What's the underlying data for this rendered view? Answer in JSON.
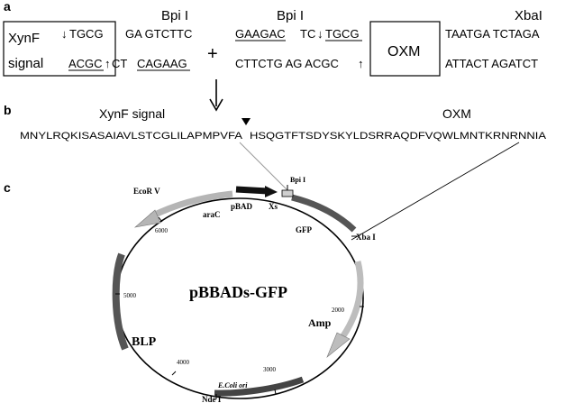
{
  "panel_a": {
    "label": "a",
    "enzyme_bpi1": "Bpi I",
    "enzyme_bpi2": "Bpi I",
    "enzyme_xba": "XbaI",
    "box1_line1": "XynF",
    "box1_line2": "signal",
    "seq1_top_arrow": "↓",
    "seq1_top": "TGCG",
    "seq1_top_rest": "GA GTCTTC",
    "seq1_bot": "ACGC",
    "seq1_bot_arrow": "↑",
    "seq1_bot_mid": "CT",
    "seq1_bot_site": "CAGAAG",
    "plus": "+",
    "seq2_top_site": "GAAGAC",
    "seq2_top_mid": "TC",
    "seq2_top_arrow": "↓",
    "seq2_top_end": "TGCG",
    "seq2_bot": "CTTCTG AG ACGC",
    "seq2_bot_arrow": "↑",
    "box2": "OXM",
    "seq3_top": "TAATGA TCTAGA",
    "seq3_bot": "ATTACT AGATCT"
  },
  "panel_b": {
    "label": "b",
    "xynf_title": "XynF signal",
    "oxm_title": "OXM",
    "seq_left": "MNYLRQKISASAIAVLSTCGLILAPMPVFA",
    "seq_right": "HSQGTFTSDYSKYLDSRRAQDFVQWLMNTKRNRNNIA"
  },
  "panel_c": {
    "label": "c",
    "plasmid_name": "pBBADs-GFP",
    "ecorv": "EcoR V",
    "pbad": "pBAD",
    "xs": "Xs",
    "bpi": "Bpi I",
    "arac": "araC",
    "gfp": "GFP",
    "xba": "Xba I",
    "n6000": "6000",
    "n5000": "5000",
    "n4000": "4000",
    "n3000": "3000",
    "n2000": "2000",
    "blp": "BLP",
    "amp": "Amp",
    "ecoli": "E.Coli ori",
    "ndei": "Nde I"
  },
  "colors": {
    "ink": "#000000",
    "dark_segment": "#555555",
    "light_segment": "#b0b0b0",
    "connector": "#999999"
  }
}
